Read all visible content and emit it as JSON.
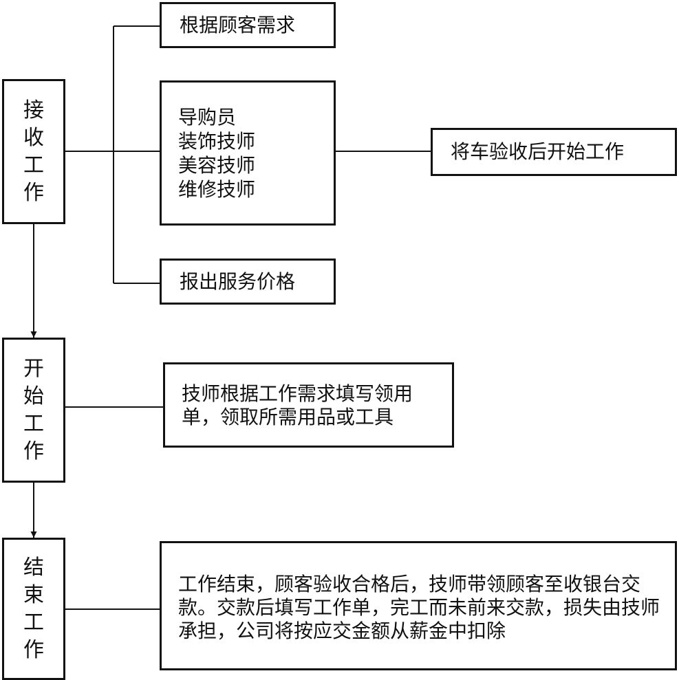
{
  "stages": {
    "receive": "接收工作",
    "start": "开始工作",
    "finish": "结束工作"
  },
  "receive_branch": {
    "demand": "根据顾客需求",
    "roles": [
      "导购员",
      "装饰技师",
      "美容技师",
      "维修技师"
    ],
    "price": "报出服务价格",
    "inspect": "将车验收后开始工作"
  },
  "start_note": "技师根据工作需求填写领用单，领取所需用品或工具",
  "finish_note": "工作结束，顾客验收合格后，技师带领顾客至收银台交款。交款后填写工作单，完工而未前来交款，损失由技师承担，公司将按应交金额从薪金中扣除",
  "colors": {
    "line": "#111111",
    "background": "#ffffff"
  }
}
